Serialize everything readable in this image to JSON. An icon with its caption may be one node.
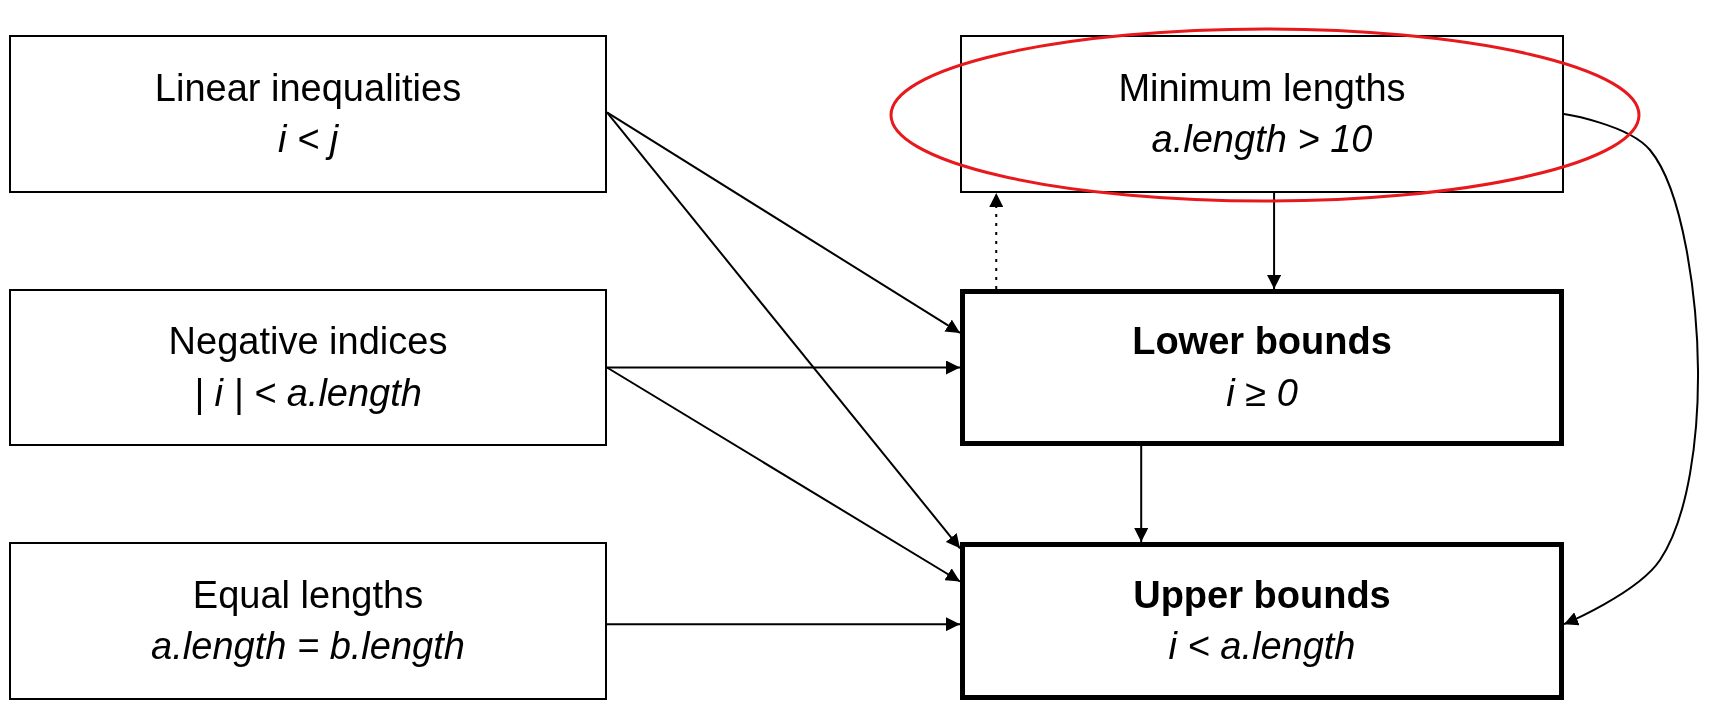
{
  "diagram": {
    "nodes": [
      {
        "text": [
          "Linear inequalities",
          "i < j"
        ]
      },
      {
        "text": [
          "Negative indices",
          "| i | < a.length"
        ]
      },
      {
        "text": [
          "Equal lengths",
          "a.length = b.length"
        ]
      },
      {
        "text": [
          "Minimum lengths",
          "a.length > 10"
        ]
      },
      {
        "text": [
          "Lower bounds",
          "i ≥ 0"
        ]
      },
      {
        "text": [
          "Upper bounds",
          "i < a.length"
        ]
      }
    ],
    "edges": [
      {
        "from": 0,
        "to": 4,
        "arrow": "to"
      },
      {
        "from": 0,
        "to": 5,
        "arrow": "to"
      },
      {
        "from": 1,
        "to": 4,
        "arrow": "to"
      },
      {
        "from": 1,
        "to": 5,
        "arrow": "to"
      },
      {
        "from": 2,
        "to": 5,
        "arrow": "to"
      },
      {
        "from": 3,
        "to": 4,
        "arrow": "to"
      },
      {
        "from": 4,
        "to": 3,
        "arrow": "to",
        "style": "dashed"
      },
      {
        "from": 4,
        "to": 5,
        "arrow": "to"
      },
      {
        "from": 3,
        "to": 5,
        "arrow": "to"
      }
    ]
  }
}
